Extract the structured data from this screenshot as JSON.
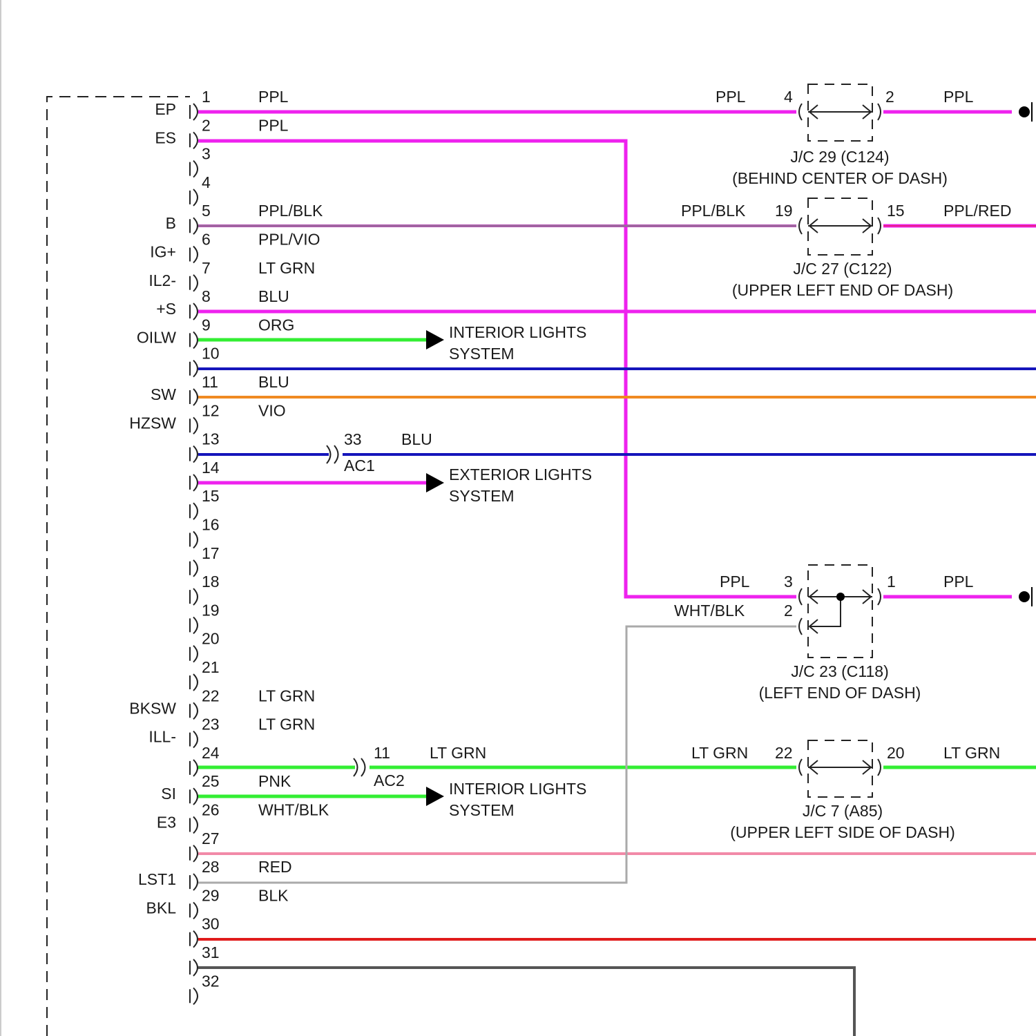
{
  "pins": [
    {
      "num": "1",
      "name": "EP",
      "wire": "PPL"
    },
    {
      "num": "2",
      "name": "ES",
      "wire": "PPL"
    },
    {
      "num": "3",
      "name": "",
      "wire": ""
    },
    {
      "num": "4",
      "name": "",
      "wire": ""
    },
    {
      "num": "5",
      "name": "B",
      "wire": "PPL/BLK"
    },
    {
      "num": "6",
      "name": "IG+",
      "wire": "PPL/VIO"
    },
    {
      "num": "7",
      "name": "IL2-",
      "wire": "LT GRN"
    },
    {
      "num": "8",
      "name": "+S",
      "wire": "BLU"
    },
    {
      "num": "9",
      "name": "OILW",
      "wire": "ORG"
    },
    {
      "num": "10",
      "name": "",
      "wire": ""
    },
    {
      "num": "11",
      "name": "SW",
      "wire": "BLU"
    },
    {
      "num": "12",
      "name": "HZSW",
      "wire": "VIO"
    },
    {
      "num": "13",
      "name": "",
      "wire": ""
    },
    {
      "num": "14",
      "name": "",
      "wire": ""
    },
    {
      "num": "15",
      "name": "",
      "wire": ""
    },
    {
      "num": "16",
      "name": "",
      "wire": ""
    },
    {
      "num": "17",
      "name": "",
      "wire": ""
    },
    {
      "num": "18",
      "name": "",
      "wire": ""
    },
    {
      "num": "19",
      "name": "",
      "wire": ""
    },
    {
      "num": "20",
      "name": "",
      "wire": ""
    },
    {
      "num": "21",
      "name": "",
      "wire": ""
    },
    {
      "num": "22",
      "name": "BKSW",
      "wire": "LT GRN"
    },
    {
      "num": "23",
      "name": "ILL-",
      "wire": "LT GRN"
    },
    {
      "num": "24",
      "name": "",
      "wire": ""
    },
    {
      "num": "25",
      "name": "SI",
      "wire": "PNK"
    },
    {
      "num": "26",
      "name": "E3",
      "wire": "WHT/BLK"
    },
    {
      "num": "27",
      "name": "",
      "wire": ""
    },
    {
      "num": "28",
      "name": "LST1",
      "wire": "RED"
    },
    {
      "num": "29",
      "name": "BKL",
      "wire": "BLK"
    },
    {
      "num": "30",
      "name": "",
      "wire": ""
    },
    {
      "num": "31",
      "name": "",
      "wire": ""
    },
    {
      "num": "32",
      "name": "",
      "wire": ""
    }
  ],
  "junctions": {
    "jc29": {
      "line1": "J/C 29 (C124)",
      "line2": "(BEHIND CENTER OF DASH)",
      "left_pin": "4",
      "right_pin": "2",
      "left_wire": "PPL",
      "right_wire": "PPL"
    },
    "jc27": {
      "line1": "J/C 27 (C122)",
      "line2": "(UPPER LEFT END OF DASH)",
      "left_pin": "19",
      "right_pin": "15",
      "left_wire": "PPL/BLK",
      "right_wire": "PPL/RED"
    },
    "jc23": {
      "line1": "J/C 23 (C118)",
      "line2": "(LEFT END OF DASH)",
      "left_pin_a": "3",
      "left_pin_b": "2",
      "right_pin": "1",
      "left_wire_a": "PPL",
      "left_wire_b": "WHT/BLK",
      "right_wire": "PPL"
    },
    "jc7": {
      "line1": "J/C 7 (A85)",
      "line2": "(UPPER LEFT SIDE OF DASH)",
      "left_pin": "22",
      "right_pin": "20",
      "left_wire": "LT GRN",
      "right_wire": "LT GRN"
    }
  },
  "inline_connectors": {
    "ac1": {
      "name": "AC1",
      "pin": "33",
      "wire": "BLU"
    },
    "ac2": {
      "name": "AC2",
      "pin": "11",
      "wire": "LT GRN"
    }
  },
  "destinations": {
    "interior_lights_1": {
      "line1": "INTERIOR LIGHTS",
      "line2": "SYSTEM"
    },
    "exterior_lights": {
      "line1": "EXTERIOR LIGHTS",
      "line2": "SYSTEM"
    },
    "interior_lights_2": {
      "line1": "INTERIOR LIGHTS",
      "line2": "SYSTEM"
    }
  },
  "colors": {
    "PPL": "#ee22ee",
    "PPL_BLK": "#b050b0",
    "LT_GRN": "#33ee33",
    "BLU": "#1515bb",
    "ORG": "#f08a22",
    "PNK": "#f28aa8",
    "WHT_BLK": "#aaaaaa",
    "RED": "#e01c1c",
    "BLK": "#555555"
  }
}
